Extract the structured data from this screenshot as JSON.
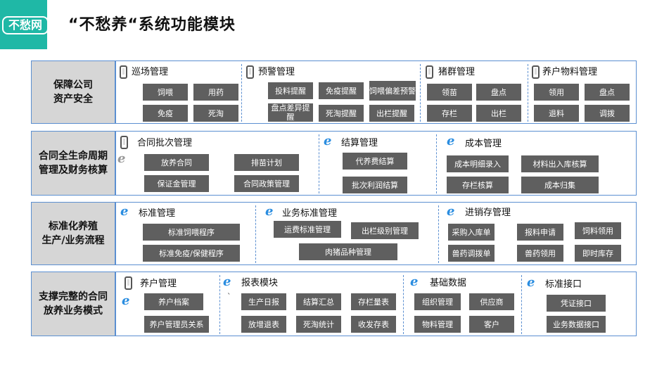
{
  "logo": {
    "text": "不愁网",
    "color": "#1fb8a6"
  },
  "title": "“不愁养“系统功能模块",
  "accent": "#5b8fd1",
  "button_color": "#5f5f5f",
  "rows": [
    {
      "label": [
        "保障公司",
        "资产安全"
      ],
      "sections": [
        {
          "title": "巡场管理",
          "icon": "phone-icon",
          "buttons": [
            "饲喂",
            "用药",
            "免疫",
            "死淘"
          ]
        },
        {
          "title": "预警管理",
          "icon": "phone-icon",
          "buttons": [
            "投料提醒",
            "免疫提醒",
            "饲喂偏差预警",
            "盘点差异提醒",
            "死淘提醒",
            "出栏提醒"
          ]
        },
        {
          "title": "猪群管理",
          "icon": "phone-icon",
          "buttons": [
            "领苗",
            "盘点",
            "存栏",
            "出栏"
          ]
        },
        {
          "title": "养户物料管理",
          "icon": "phone-icon",
          "buttons": [
            "领用",
            "盘点",
            "退料",
            "调拨"
          ]
        }
      ]
    },
    {
      "label": [
        "合同全生命周期",
        "管理及财务核算"
      ],
      "sections": [
        {
          "title": "合同批次管理",
          "icon": "phone-icon",
          "buttons": [
            "放养合同",
            "排苗计划",
            "保证金管理",
            "合同政策管理"
          ]
        },
        {
          "title": "结算管理",
          "icon": "ie-icon",
          "buttons": [
            "代养费结算",
            "批次利润结算"
          ]
        },
        {
          "title": "成本管理",
          "icon": "ie-icon",
          "buttons": [
            "成本明细录入",
            "材料出入库核算",
            "存栏核算",
            "成本归集"
          ]
        }
      ]
    },
    {
      "label": [
        "标准化养殖",
        "生产/业务流程"
      ],
      "sections": [
        {
          "title": "标准管理",
          "icon": "ie-icon",
          "buttons": [
            "标准饲喂程序",
            "标准免疫/保健程序"
          ]
        },
        {
          "title": "业务标准管理",
          "icon": "ie-icon",
          "buttons": [
            "运费标准管理",
            "出栏级别管理",
            "肉猪品种管理"
          ]
        },
        {
          "title": "进销存管理",
          "icon": "ie-icon",
          "buttons": [
            "采购入库单",
            "报料申请",
            "饲料领用",
            "兽药调拨单",
            "兽药领用",
            "即时库存"
          ]
        }
      ]
    },
    {
      "label": [
        "支撑完整的合同",
        "放养业务模式"
      ],
      "sections": [
        {
          "title": "养户管理",
          "icon": "phone-icon",
          "buttons": [
            "养户档案",
            "养户管理员关系"
          ]
        },
        {
          "title": "报表模块",
          "icon": "ie-icon",
          "buttons": [
            "生产日报",
            "结算汇总",
            "存栏量表",
            "放增退表",
            "死淘统计",
            "收发存表"
          ]
        },
        {
          "title": "基础数据",
          "icon": "ie-icon",
          "buttons": [
            "组织管理",
            "供应商",
            "物料管理",
            "客户"
          ]
        },
        {
          "title": "标准接口",
          "icon": "ie-icon",
          "buttons": [
            "凭证接口",
            "业务数据接口"
          ]
        }
      ]
    }
  ]
}
